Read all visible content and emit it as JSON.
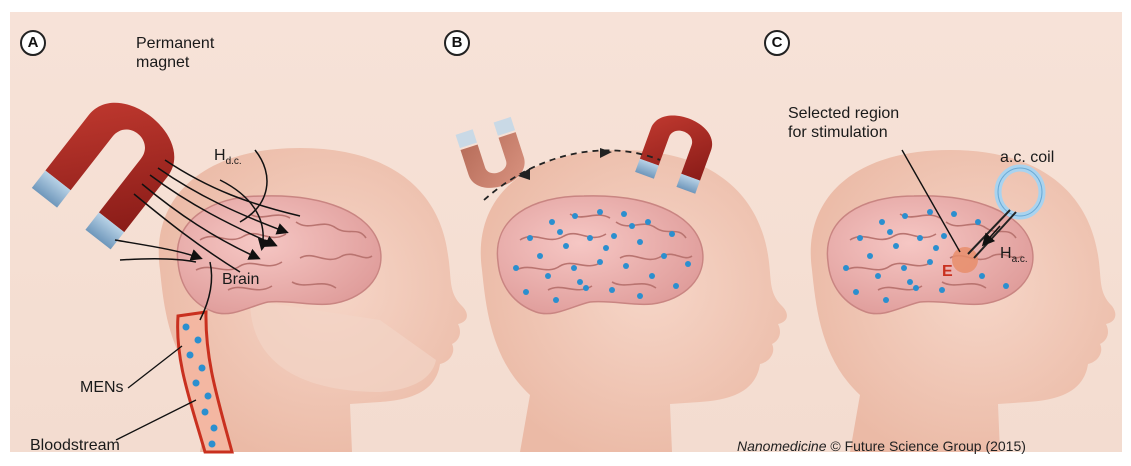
{
  "panels": [
    {
      "letter": "A"
    },
    {
      "letter": "B"
    },
    {
      "letter": "C"
    }
  ],
  "labels": {
    "magnet": "Permanent\nmagnet",
    "hdc_main": "H",
    "hdc_sub": "d.c.",
    "brain": "Brain",
    "mens": "MENs",
    "bloodstream": "Bloodstream",
    "region": "Selected region\nfor stimulation",
    "coil": "a.c. coil",
    "hac_main": "H",
    "hac_sub": "a.c.",
    "field_label": "E"
  },
  "credit": {
    "journal": "Nanomedicine",
    "rest": " © Future Science Group (2015)"
  },
  "colors": {
    "background": "#f5dfd3",
    "head_skin": "#f0c6b4",
    "brain": "#eeb3b1",
    "magnet_red": "#a32420",
    "magnet_tip": "#8fb4d4",
    "particles": "#2b8fcf",
    "vessel": "#c9301f",
    "coil": "#a9d3ef"
  },
  "icons": [
    "horseshoe-magnet-icon",
    "ac-coil-icon"
  ]
}
